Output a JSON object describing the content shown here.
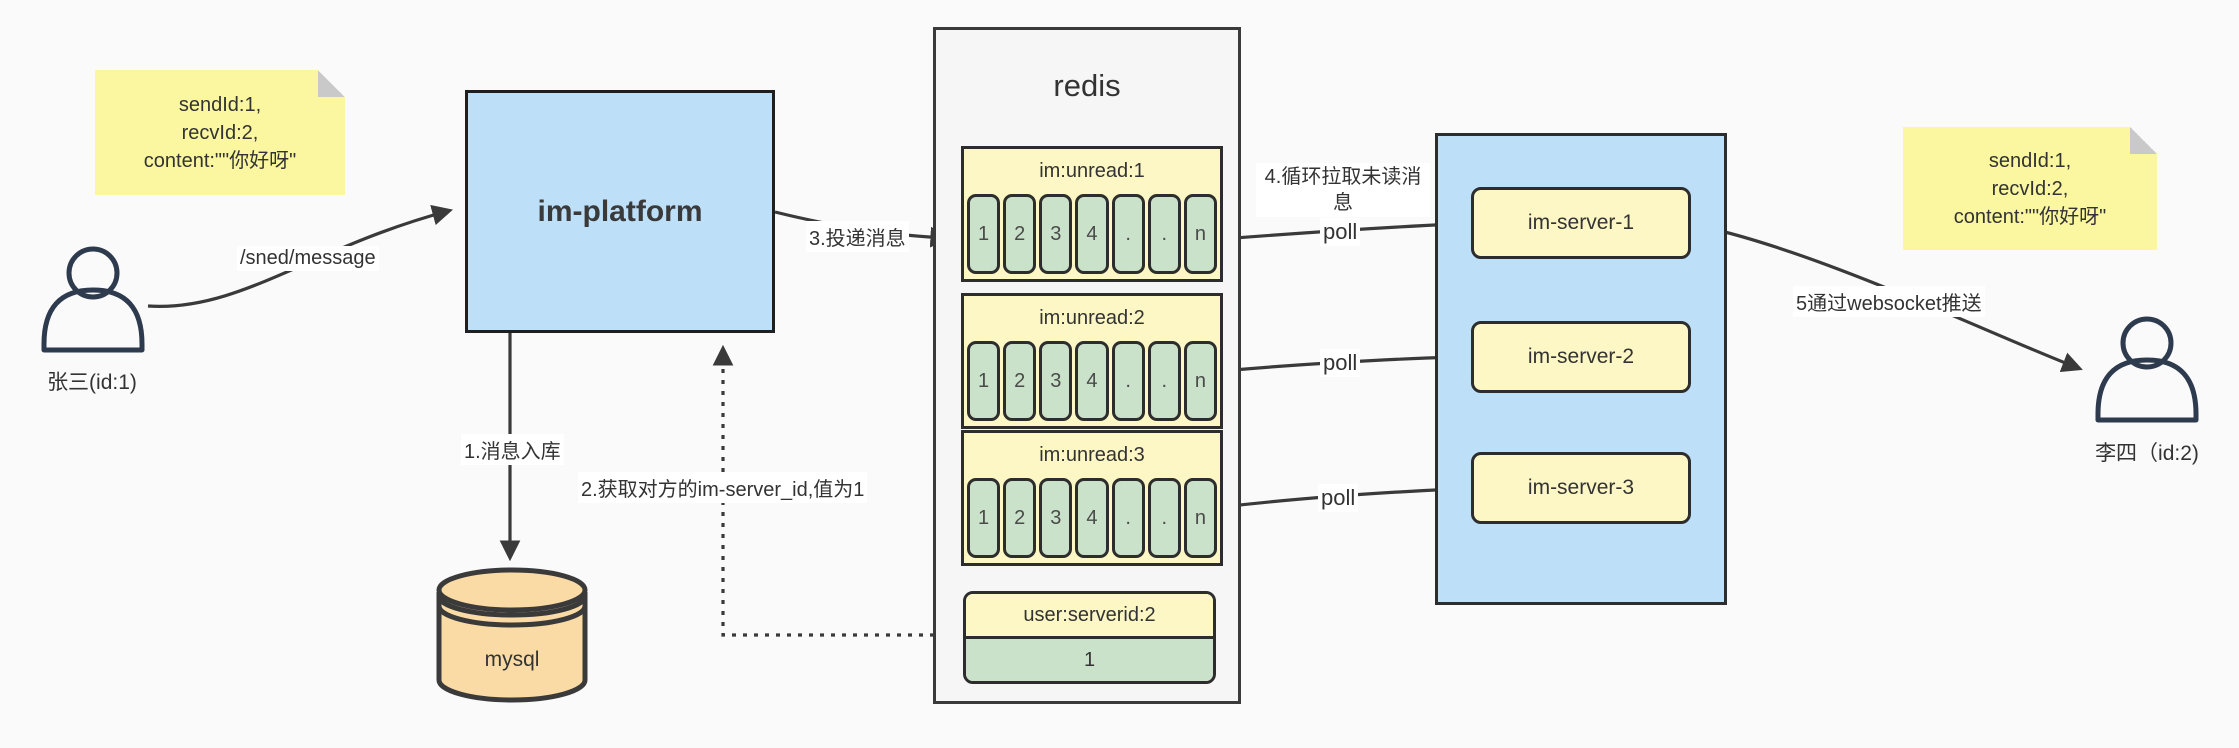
{
  "colors": {
    "background": "#fafafa",
    "note_yellow": "#faf7a0",
    "box_blue": "#bddff7",
    "pale_yellow": "#fcf7c4",
    "cell_green": "#cbe2ca",
    "mysql_orange": "#fbdba5",
    "stroke_dark": "#3a3a3a"
  },
  "note_left": {
    "lines": [
      "sendId:1,",
      "recvId:2,",
      "content:\"\"你好呀\""
    ]
  },
  "note_right": {
    "lines": [
      "sendId:1,",
      "recvId:2,",
      "content:\"\"你好呀\""
    ]
  },
  "actors": {
    "sender": {
      "label": "张三(id:1)"
    },
    "receiver": {
      "label": "李四（id:2)"
    }
  },
  "platform": {
    "label": "im-platform"
  },
  "mysql": {
    "label": "mysql"
  },
  "redis": {
    "title": "redis",
    "queues": [
      {
        "name": "im:unread:1",
        "cells": [
          "1",
          "2",
          "3",
          "4",
          ".",
          ".",
          "n"
        ]
      },
      {
        "name": "im:unread:2",
        "cells": [
          "1",
          "2",
          "3",
          "4",
          ".",
          ".",
          "n"
        ]
      },
      {
        "name": "im:unread:3",
        "cells": [
          "1",
          "2",
          "3",
          "4",
          ".",
          ".",
          "n"
        ]
      }
    ],
    "kv": {
      "key": "user:serverid:2",
      "value": "1"
    }
  },
  "servers": {
    "items": [
      {
        "label": "im-server-1"
      },
      {
        "label": "im-server-2"
      },
      {
        "label": "im-server-3"
      }
    ]
  },
  "edges": {
    "send": "/sned/message",
    "store": "1.消息入库",
    "lookup": "2.获取对方的im-server_id,值为1",
    "deliver": "3.投递消息",
    "pull": "4.循环拉取未读消息",
    "poll_1": "poll",
    "poll_2": "poll",
    "poll_3": "poll",
    "push": "5通过websocket推送"
  }
}
